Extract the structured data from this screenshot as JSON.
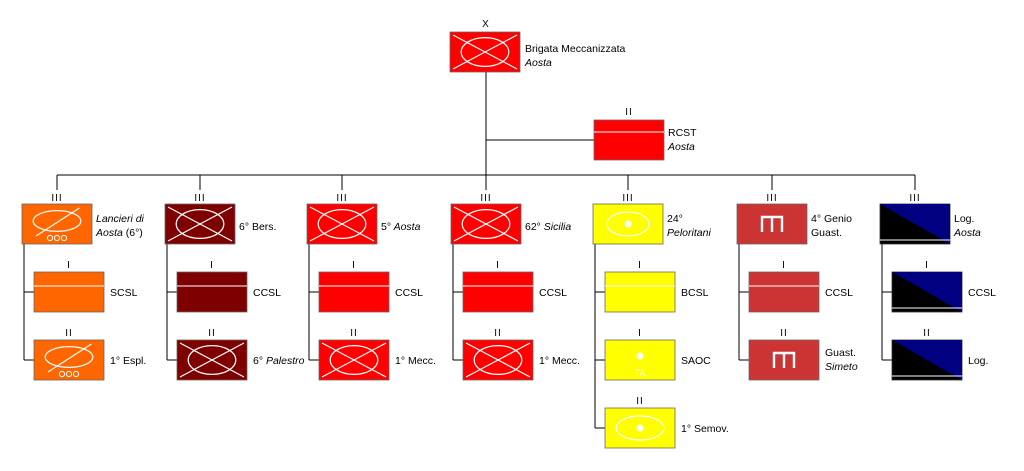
{
  "brigade": {
    "echelon": "X",
    "name": "Brigata Meccanizzata",
    "subname": "Aosta",
    "color": "#ff0000",
    "icon": "mechanized-infantry-icon"
  },
  "hq_unit": {
    "echelon": "II",
    "name": "RCST",
    "subname": "Aosta",
    "color": "#ff0000",
    "icon": "signals-icon"
  },
  "regiments": [
    {
      "echelon": "III",
      "name": "Lancieri di",
      "name_italic": true,
      "line2": "Aosta",
      "line2_italic": true,
      "line2_suffix": " (6°)",
      "color": "#ff6600",
      "icon": "armored-cavalry-icon",
      "children": [
        {
          "echelon": "I",
          "name": "SCSL",
          "color": "#ff6600",
          "icon": "support-icon"
        },
        {
          "echelon": "II",
          "name": "1° Espl.",
          "color": "#ff6600",
          "icon": "armored-cavalry-icon"
        }
      ]
    },
    {
      "echelon": "III",
      "name": "6° Bers.",
      "color": "#7f0000",
      "icon": "infantry-icon",
      "children": [
        {
          "echelon": "I",
          "name": "CCSL",
          "color": "#7f0000",
          "icon": "support-icon"
        },
        {
          "echelon": "II",
          "name": "6°",
          "name_suffix_italic": " Palestro",
          "color": "#7f0000",
          "icon": "infantry-icon"
        }
      ]
    },
    {
      "echelon": "III",
      "name": "5°",
      "name_suffix_italic": " Aosta",
      "color": "#ff0000",
      "icon": "infantry-icon",
      "children": [
        {
          "echelon": "I",
          "name": "CCSL",
          "color": "#ff0000",
          "icon": "support-icon"
        },
        {
          "echelon": "II",
          "name": "1° Mecc.",
          "color": "#ff0000",
          "icon": "infantry-icon"
        }
      ]
    },
    {
      "echelon": "III",
      "name": "62°",
      "name_suffix_italic": " Sicilia",
      "color": "#ff0000",
      "icon": "infantry-icon",
      "children": [
        {
          "echelon": "I",
          "name": "CCSL",
          "color": "#ff0000",
          "icon": "support-icon"
        },
        {
          "echelon": "II",
          "name": "1° Mecc.",
          "color": "#ff0000",
          "icon": "infantry-icon"
        }
      ]
    },
    {
      "echelon": "III",
      "name": "24°",
      "line2": "Peloritani",
      "line2_italic": true,
      "color": "#ffff00",
      "icon": "artillery-icon",
      "children": [
        {
          "echelon": "I",
          "name": "BCSL",
          "color": "#ffff00",
          "icon": "support-icon"
        },
        {
          "echelon": "I",
          "name": "SAOC",
          "color": "#ffff00",
          "icon": "target-acquisition-icon",
          "icon_text": "TA"
        },
        {
          "echelon": "II",
          "name": "1° Semov.",
          "color": "#ffff00",
          "icon": "self-propelled-artillery-icon"
        }
      ]
    },
    {
      "echelon": "III",
      "name": "4° Genio",
      "line2": "Guast.",
      "color": "#cc3333",
      "icon": "engineer-icon",
      "children": [
        {
          "echelon": "I",
          "name": "CCSL",
          "color": "#cc3333",
          "icon": "support-icon"
        },
        {
          "echelon": "II",
          "name": "Guast.",
          "line2": "Simeto",
          "line2_italic": true,
          "color": "#cc3333",
          "icon": "engineer-icon"
        }
      ]
    },
    {
      "echelon": "III",
      "name": "Log.",
      "line2": "Aosta",
      "line2_italic": true,
      "color": "#000080",
      "icon": "logistics-icon",
      "children": [
        {
          "echelon": "I",
          "name": "CCSL",
          "color": "#000080",
          "icon": "logistics-icon"
        },
        {
          "echelon": "II",
          "name": "Log.",
          "color": "#000080",
          "icon": "logistics-icon"
        }
      ]
    }
  ]
}
